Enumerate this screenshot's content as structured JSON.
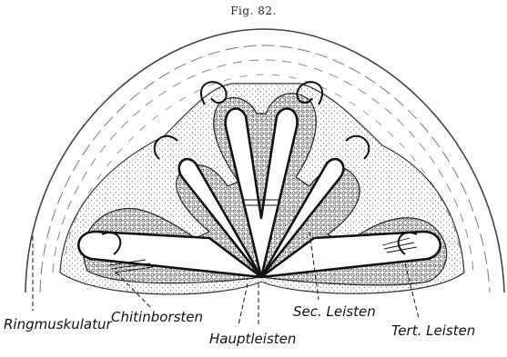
{
  "figure": {
    "title": "Fig. 82.",
    "labels": {
      "ring": "Ringmuskulatur",
      "chitin": "Chitinborsten",
      "haupt": "Hauptleisten",
      "sec": "Sec. Leisten",
      "tert": "Tert. Leisten"
    }
  }
}
